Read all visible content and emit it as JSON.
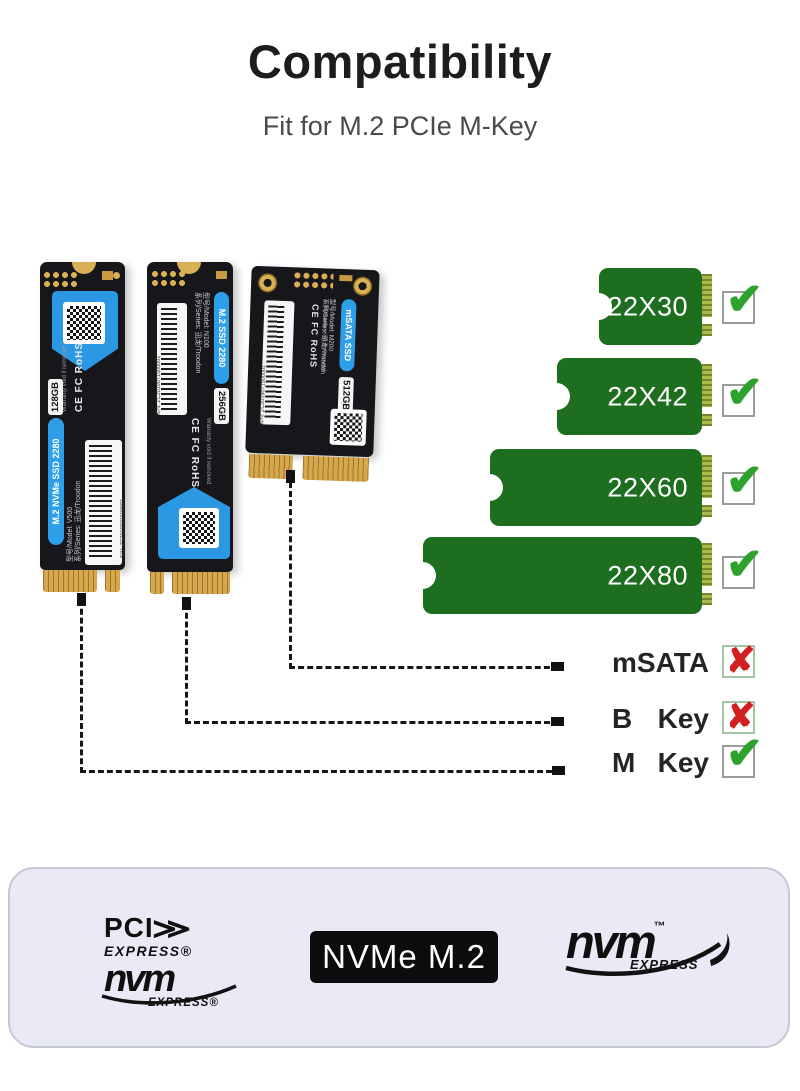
{
  "header": {
    "title": "Compatibility",
    "subtitle": "Fit for M.2 PCIe M-Key"
  },
  "boards": [
    {
      "label": "22X30",
      "result": "check"
    },
    {
      "label": "22X42",
      "result": "check"
    },
    {
      "label": "22X60",
      "result": "check"
    },
    {
      "label": "22X80",
      "result": "check"
    }
  ],
  "keys": [
    {
      "name": "mSATA",
      "word": "",
      "result": "cross"
    },
    {
      "name": "B",
      "word": "Key",
      "result": "cross"
    },
    {
      "name": "M",
      "word": "Key",
      "result": "check"
    }
  ],
  "icons": {
    "check": "✔",
    "cross": "✘"
  },
  "ssds": [
    {
      "type_label": "M.2 NVMe SSD 2280",
      "capacity": "128GB",
      "model": "型号/Model: V500",
      "series": "系列/Series: 迅龙/Troodon",
      "serial": "S/N: ZC2019071500001",
      "cert": "CE FC RoHS",
      "warranty": "Warranty void if removed"
    },
    {
      "type_label": "M.2 SSD 2280",
      "capacity": "256GB",
      "model": "型号/Model: N100",
      "series": "系列/Series: 迅龙/Troodon",
      "serial": "S/N: ZC2019071500001",
      "cert": "CE FC RoHS",
      "warranty": "Warranty void if removed"
    },
    {
      "type_label": "mSATA SSD",
      "capacity": "512GB",
      "model": "型号/Model: M200",
      "series": "系列/Series: 迅龙/Troodon",
      "serial": "S/N: ZC2019071500001",
      "cert": "CE FC RoHS",
      "warranty": "Warranty void if removed"
    }
  ],
  "footer": {
    "pci": "PCI",
    "pci_arrow": "≫",
    "express_r": "EXPRESS®",
    "nvm": "nvm",
    "express_small": "EXPRESS®",
    "nvme_m2": "NVMe M.2",
    "nvm_right": "nvm",
    "tm": "™",
    "express_right": "EXPRESS"
  },
  "colors": {
    "board_green": "#1e6e20",
    "connector_edge_green": "#aaba47",
    "pcb_black": "#17171b",
    "gold": "#d6a84b",
    "label_blue": "#2b98e4",
    "check_green": "#2da22d",
    "cross_red": "#d31f1f",
    "panel_bg": "#e9eaf5",
    "title_color": "#1d1d1f",
    "subtitle_color": "#4a4a4c"
  }
}
